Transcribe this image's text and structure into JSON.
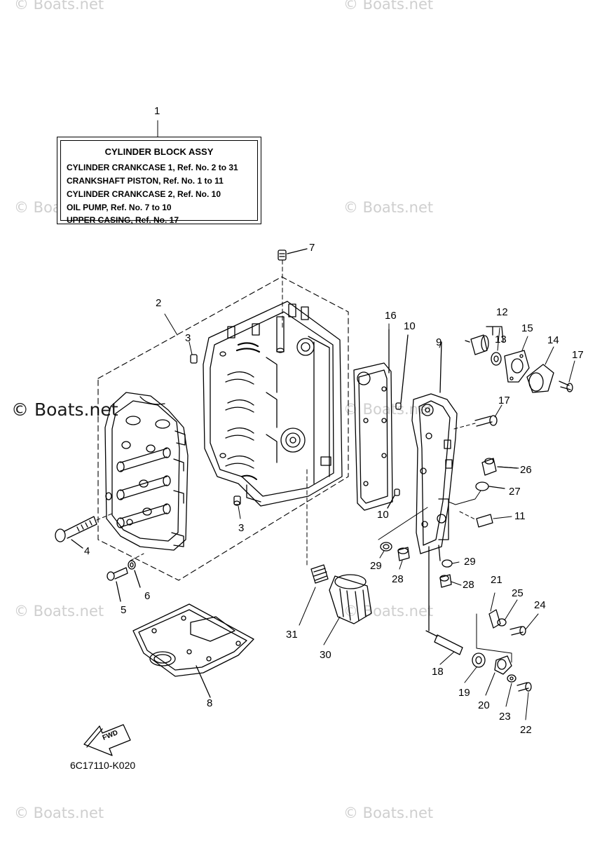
{
  "watermark": {
    "text": "© Boats.net"
  },
  "info_box": {
    "callout": "1",
    "title": "CYLINDER BLOCK ASSY",
    "lines": [
      "CYLINDER CRANKCASE 1,  Ref. No. 2 to 31",
      "CRANKSHAFT PISTON,  Ref. No. 1 to 11",
      "CYLINDER CRANKCASE 2,  Ref. No. 10",
      "OIL PUMP,  Ref. No. 7 to 10",
      "UPPER CASING,  Ref. No. 17"
    ]
  },
  "callouts": {
    "c2": "2",
    "c3a": "3",
    "c3b": "3",
    "c4": "4",
    "c5": "5",
    "c6": "6",
    "c7": "7",
    "c8": "8",
    "c9": "9",
    "c10a": "10",
    "c10b": "10",
    "c11": "11",
    "c12": "12",
    "c13": "13",
    "c14": "14",
    "c15": "15",
    "c16": "16",
    "c17a": "17",
    "c17b": "17",
    "c18": "18",
    "c19": "19",
    "c20": "20",
    "c21": "21",
    "c22": "22",
    "c23": "23",
    "c24": "24",
    "c25": "25",
    "c26": "26",
    "c27": "27",
    "c28a": "28",
    "c28b": "28",
    "c29a": "29",
    "c29b": "29",
    "c30": "30",
    "c31": "31"
  },
  "fwd_arrow": {
    "label": "FWD"
  },
  "diagram_code": "6C17110-K020"
}
